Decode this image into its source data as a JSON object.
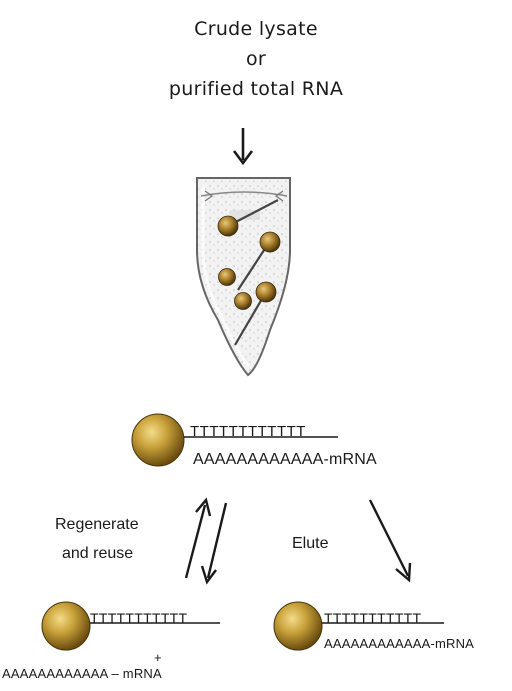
{
  "title": {
    "line1": "Crude lysate",
    "line2": "or",
    "line3": "purified total RNA"
  },
  "bound_complex": {
    "oligo_dt": "TTTTTTTTTTTT",
    "poly_a": "AAAAAAAAAAAA-mRNA"
  },
  "left_branch": {
    "label_line1": "Regenerate",
    "label_line2": "and reuse",
    "oligo_dt": "TTTTTTTTTTT",
    "plus": "+",
    "poly_a": "AAAAAAAAAAAA – mRNA"
  },
  "right_branch": {
    "label": "Elute",
    "oligo_dt": "TTTTTTTTTTT",
    "poly_a": "AAAAAAAAAAAA-mRNA"
  },
  "colors": {
    "bead": "#c9a23a",
    "bead_dark": "#7a5a14",
    "tube_fill": "#eeeeee",
    "stroke": "#222222"
  }
}
